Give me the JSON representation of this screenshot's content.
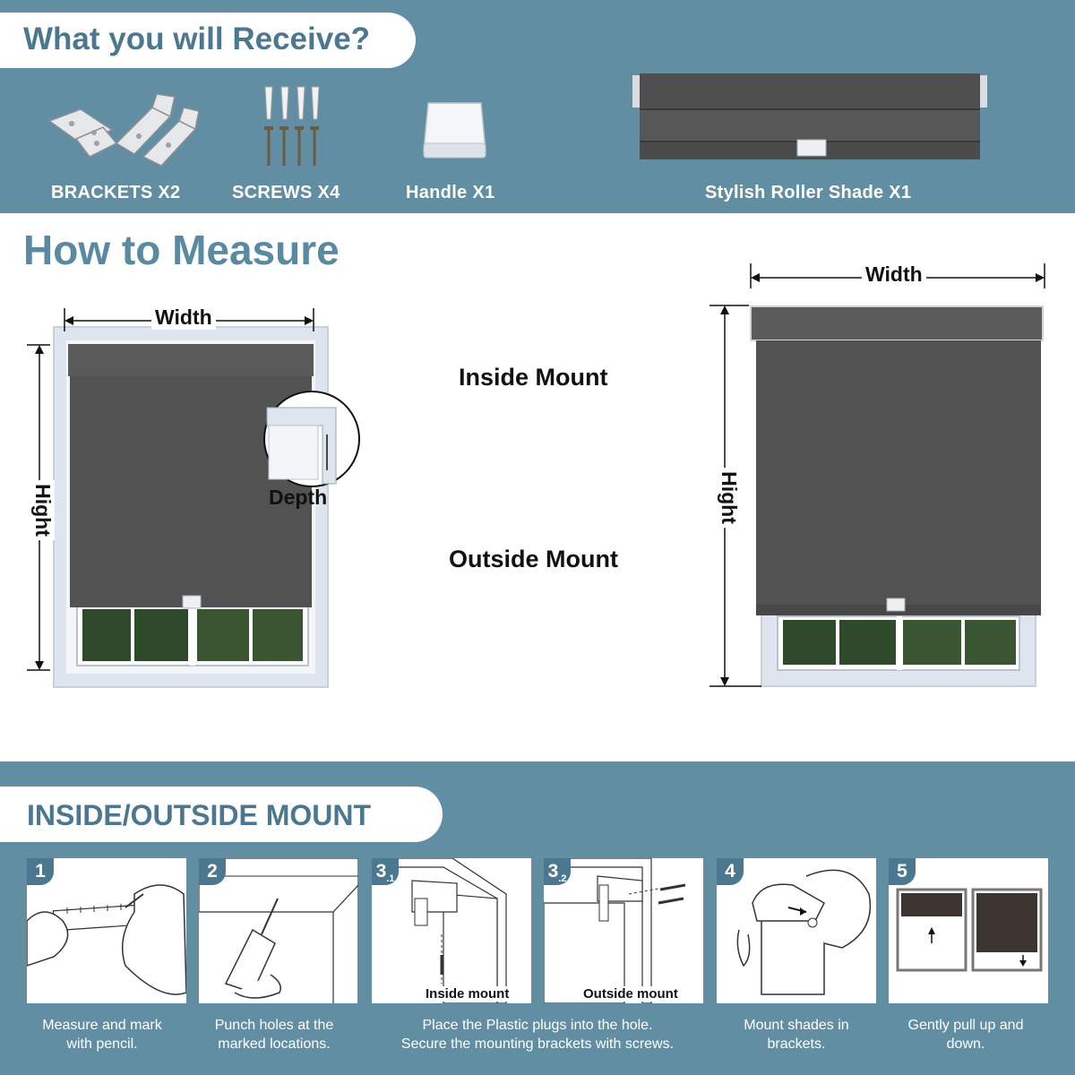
{
  "receive": {
    "title": "What you will Receive?",
    "items": [
      {
        "label": "BRACKETS X2",
        "icon": "brackets-icon"
      },
      {
        "label": "SCREWS X4",
        "icon": "screws-icon"
      },
      {
        "label": "Handle X1",
        "icon": "handle-icon"
      },
      {
        "label": "Stylish Roller Shade X1",
        "icon": "roller-shade-icon"
      }
    ]
  },
  "measure": {
    "title": "How to Measure",
    "inside_mount_label": "Inside Mount",
    "outside_mount_label": "Outside Mount",
    "left_diagram": {
      "width_label": "Width",
      "height_label": "Hight",
      "depth_label": "Depth"
    },
    "right_diagram": {
      "width_label": "Width",
      "height_label": "Hight"
    }
  },
  "install": {
    "title": "INSIDE/OUTSIDE MOUNT",
    "steps": [
      {
        "num": "1",
        "sub": "",
        "caption_lines": [
          "Measure and mark",
          "with pencil."
        ]
      },
      {
        "num": "2",
        "sub": "",
        "caption_lines": [
          "Punch holes at the",
          "marked locations."
        ]
      },
      {
        "num": "3",
        "sub": ".1",
        "inner_label": "Inside mount"
      },
      {
        "num": "3",
        "sub": ".2",
        "inner_label": "Outside mount"
      },
      {
        "num": "4",
        "sub": "",
        "caption_lines": [
          "Mount shades in",
          "brackets."
        ]
      },
      {
        "num": "5",
        "sub": "",
        "caption_lines": [
          "Gently pull up and",
          "down."
        ]
      }
    ],
    "shared_caption_lines": [
      "Place the Plastic plugs into the hole.",
      "Secure the mounting brackets with screws."
    ]
  },
  "colors": {
    "banner": "#628ea4",
    "title_blue": "#5a8aa2",
    "fabric": "#555555",
    "step_badge": "#4b7890"
  }
}
